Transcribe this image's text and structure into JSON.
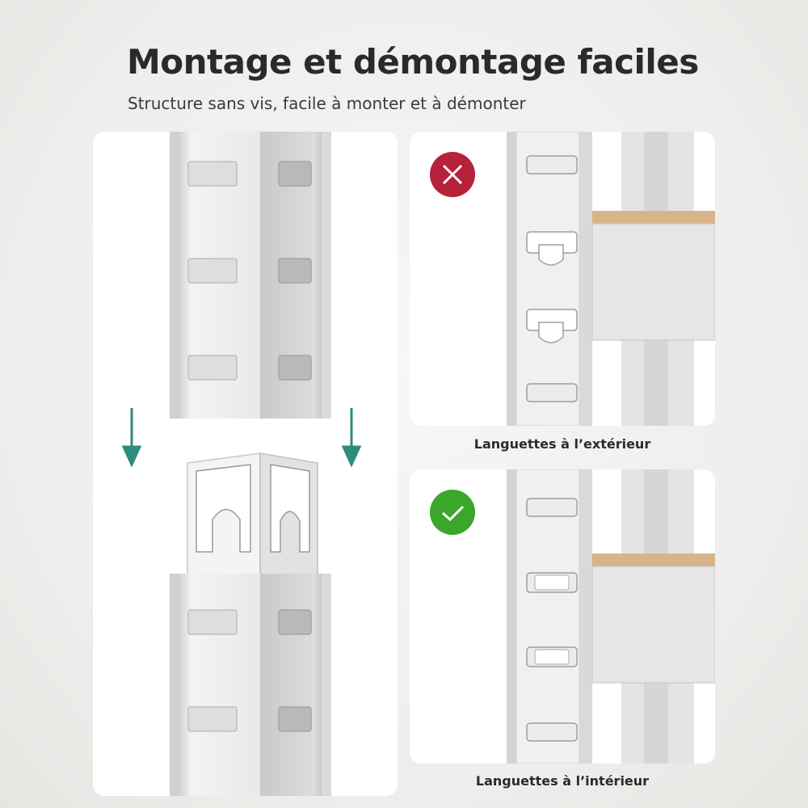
{
  "heading": {
    "title": "Montage et démontage faciles",
    "subtitle": "Structure sans vis, facile à monter et à démonter"
  },
  "comparison": {
    "wrong": {
      "caption": "Languettes à l’extérieur",
      "status_icon": "cross-icon",
      "status_color": "#b5223a"
    },
    "right": {
      "caption": "Languettes à l’intérieur",
      "status_icon": "check-icon",
      "status_color": "#3aa62a"
    }
  },
  "colors": {
    "arrow": "#2e8b7d",
    "wood": "#d8b48a",
    "metal": "#e4e4e4"
  }
}
